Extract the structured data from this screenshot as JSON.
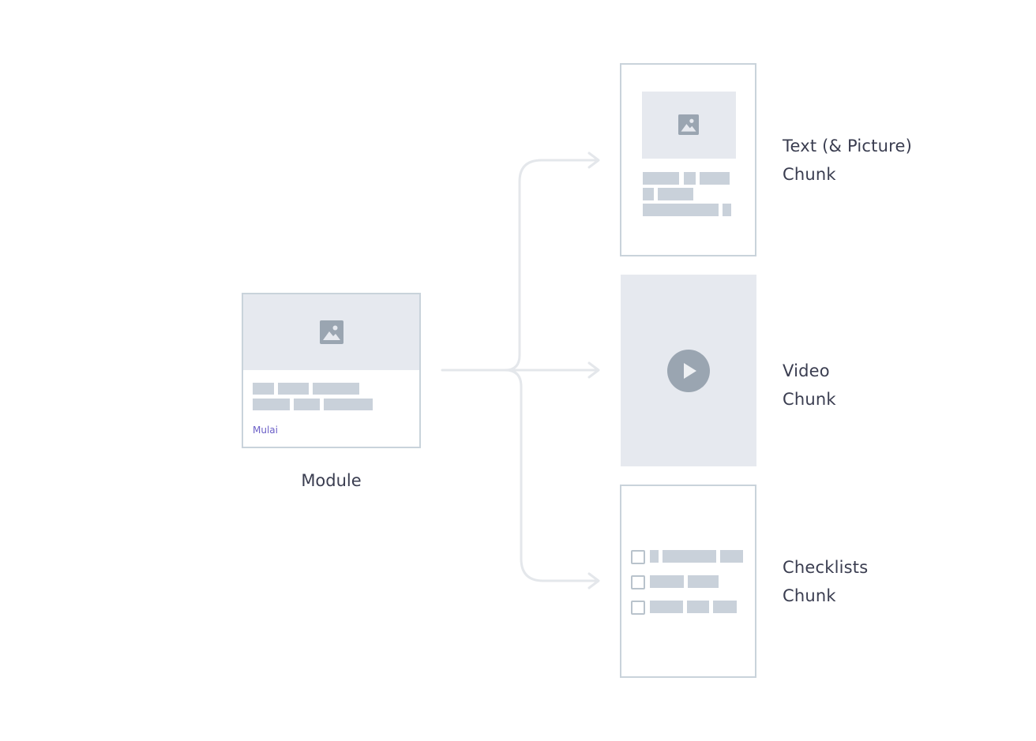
{
  "module": {
    "cta": "Mulai",
    "caption": "Module"
  },
  "chunks": [
    {
      "line1": "Text (& Picture)",
      "line2": "Chunk"
    },
    {
      "line1": "Video",
      "line2": "Chunk"
    },
    {
      "line1": "Checklists",
      "line2": "Chunk"
    }
  ],
  "icons": {
    "module_image": "image-icon",
    "text_chunk_image": "image-icon",
    "video_play": "play-icon",
    "checkbox": "checkbox-icon"
  },
  "colors": {
    "placeholder_bar": "#c9d1da",
    "image_area": "#e6e9ef",
    "icon": "#9aa5b1",
    "card_border": "#c9d3db",
    "connector": "#e4e7eb",
    "cta": "#6b5fc7",
    "label_text": "#3a3d50"
  }
}
